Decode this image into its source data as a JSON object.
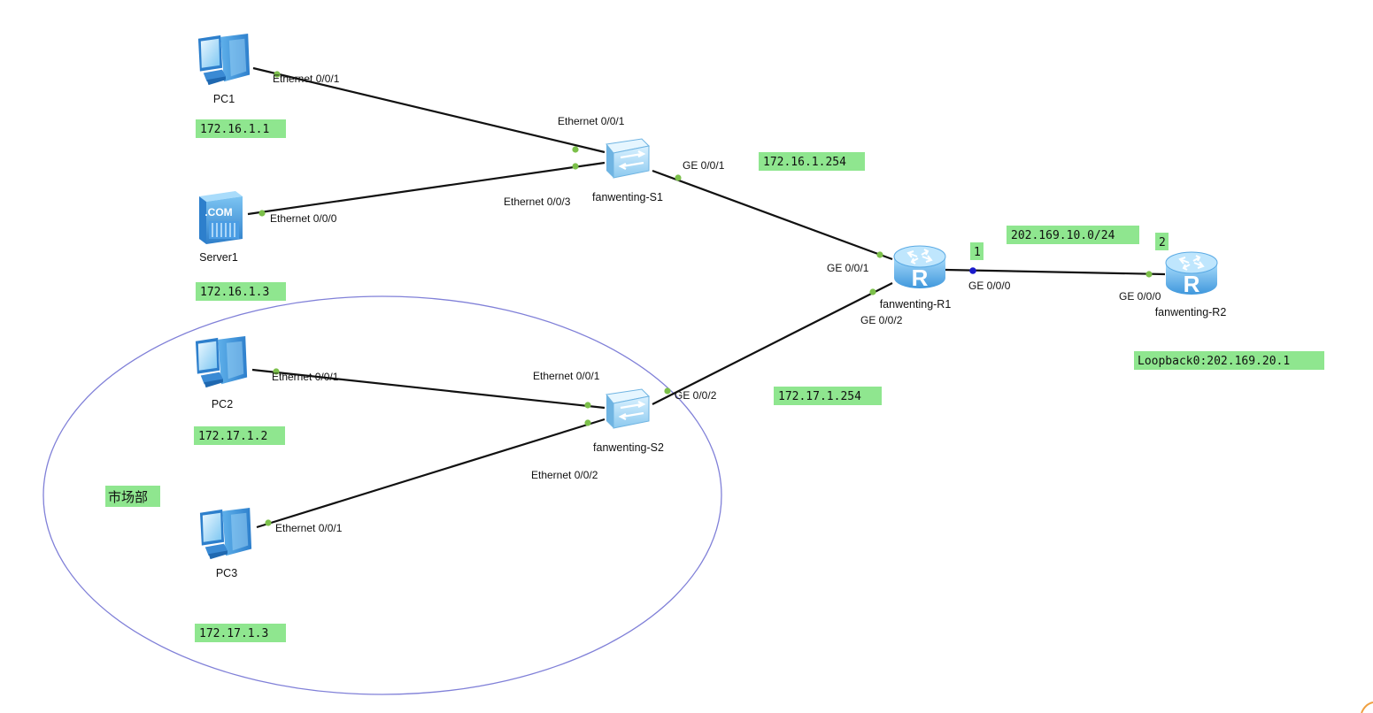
{
  "colors": {
    "tag_bg": "#8fe68f",
    "link": "#111111",
    "port_dot": "#7cc04a",
    "port_dot_active": "#1a1acc",
    "ellipse": "#8080d8",
    "device_blue": "#4a9fe0"
  },
  "devices": {
    "pc1": {
      "label": "PC1",
      "icon": "pc-icon"
    },
    "server1": {
      "label": "Server1",
      "icon": "server-icon",
      "badge": ".COM"
    },
    "pc2": {
      "label": "PC2",
      "icon": "pc-icon"
    },
    "pc3": {
      "label": "PC3",
      "icon": "pc-icon"
    },
    "s1": {
      "label": "fanwenting-S1",
      "icon": "switch-icon"
    },
    "s2": {
      "label": "fanwenting-S2",
      "icon": "switch-icon"
    },
    "r1": {
      "label": "fanwenting-R1",
      "icon": "router-icon",
      "glyph": "R"
    },
    "r2": {
      "label": "fanwenting-R2",
      "icon": "router-icon",
      "glyph": "R"
    }
  },
  "ports": {
    "pc1_eth": "Ethernet 0/0/1",
    "s1_eth1": "Ethernet 0/0/1",
    "s1_eth3": "Ethernet 0/0/3",
    "s1_ge1": "GE 0/0/1",
    "server1_eth": "Ethernet 0/0/0",
    "r1_ge1": "GE 0/0/1",
    "r1_ge2": "GE 0/0/2",
    "r1_ge0": "GE 0/0/0",
    "r2_ge0": "GE 0/0/0",
    "pc2_eth": "Ethernet 0/0/1",
    "s2_eth1": "Ethernet 0/0/1",
    "s2_eth2": "Ethernet 0/0/2",
    "s2_ge2": "GE 0/0/2",
    "pc3_eth": "Ethernet 0/0/1"
  },
  "tags": {
    "pc1_ip": "172.16.1.1",
    "server1_ip": "172.16.1.3",
    "gw1": "172.16.1.254",
    "gw2": "172.17.1.254",
    "wan_net": "202.169.10.0/24",
    "r1_host": "1",
    "r2_host": "2",
    "loopback": "Loopback0:202.169.20.1",
    "pc2_ip": "172.17.1.2",
    "pc3_ip": "172.17.1.3",
    "department": "市场部"
  }
}
